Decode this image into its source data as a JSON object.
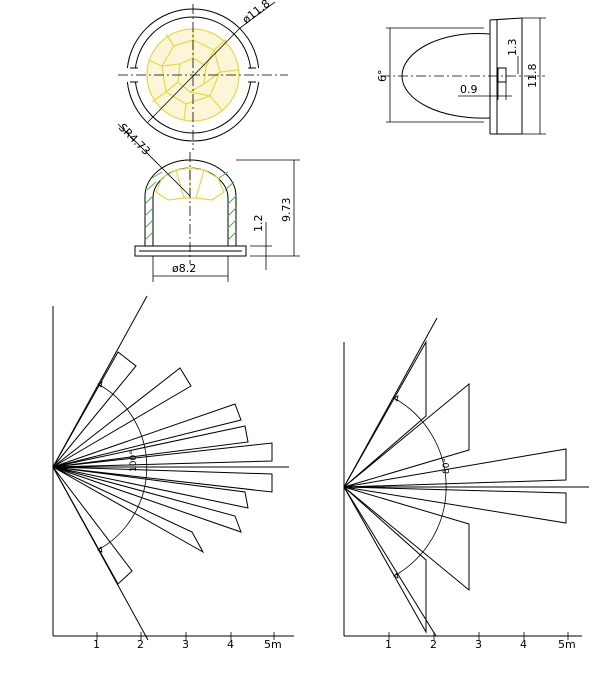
{
  "labels": {
    "outer_diameter": "ø11.8",
    "sphere_radius": "SR4.73",
    "base_diameter": "ø8.2",
    "dome_height": "9.73",
    "flange_height": "1.2",
    "side_angle": "6°",
    "side_flange": "1.3",
    "side_height": "11.8",
    "side_gap": "0.9"
  },
  "coverage_left": {
    "angle_label": "100°",
    "x_ticks": [
      "1",
      "2",
      "3",
      "4",
      "5m"
    ]
  },
  "coverage_right": {
    "angle_label": "80°",
    "x_ticks": [
      "1",
      "2",
      "3",
      "4",
      "5m"
    ]
  }
}
